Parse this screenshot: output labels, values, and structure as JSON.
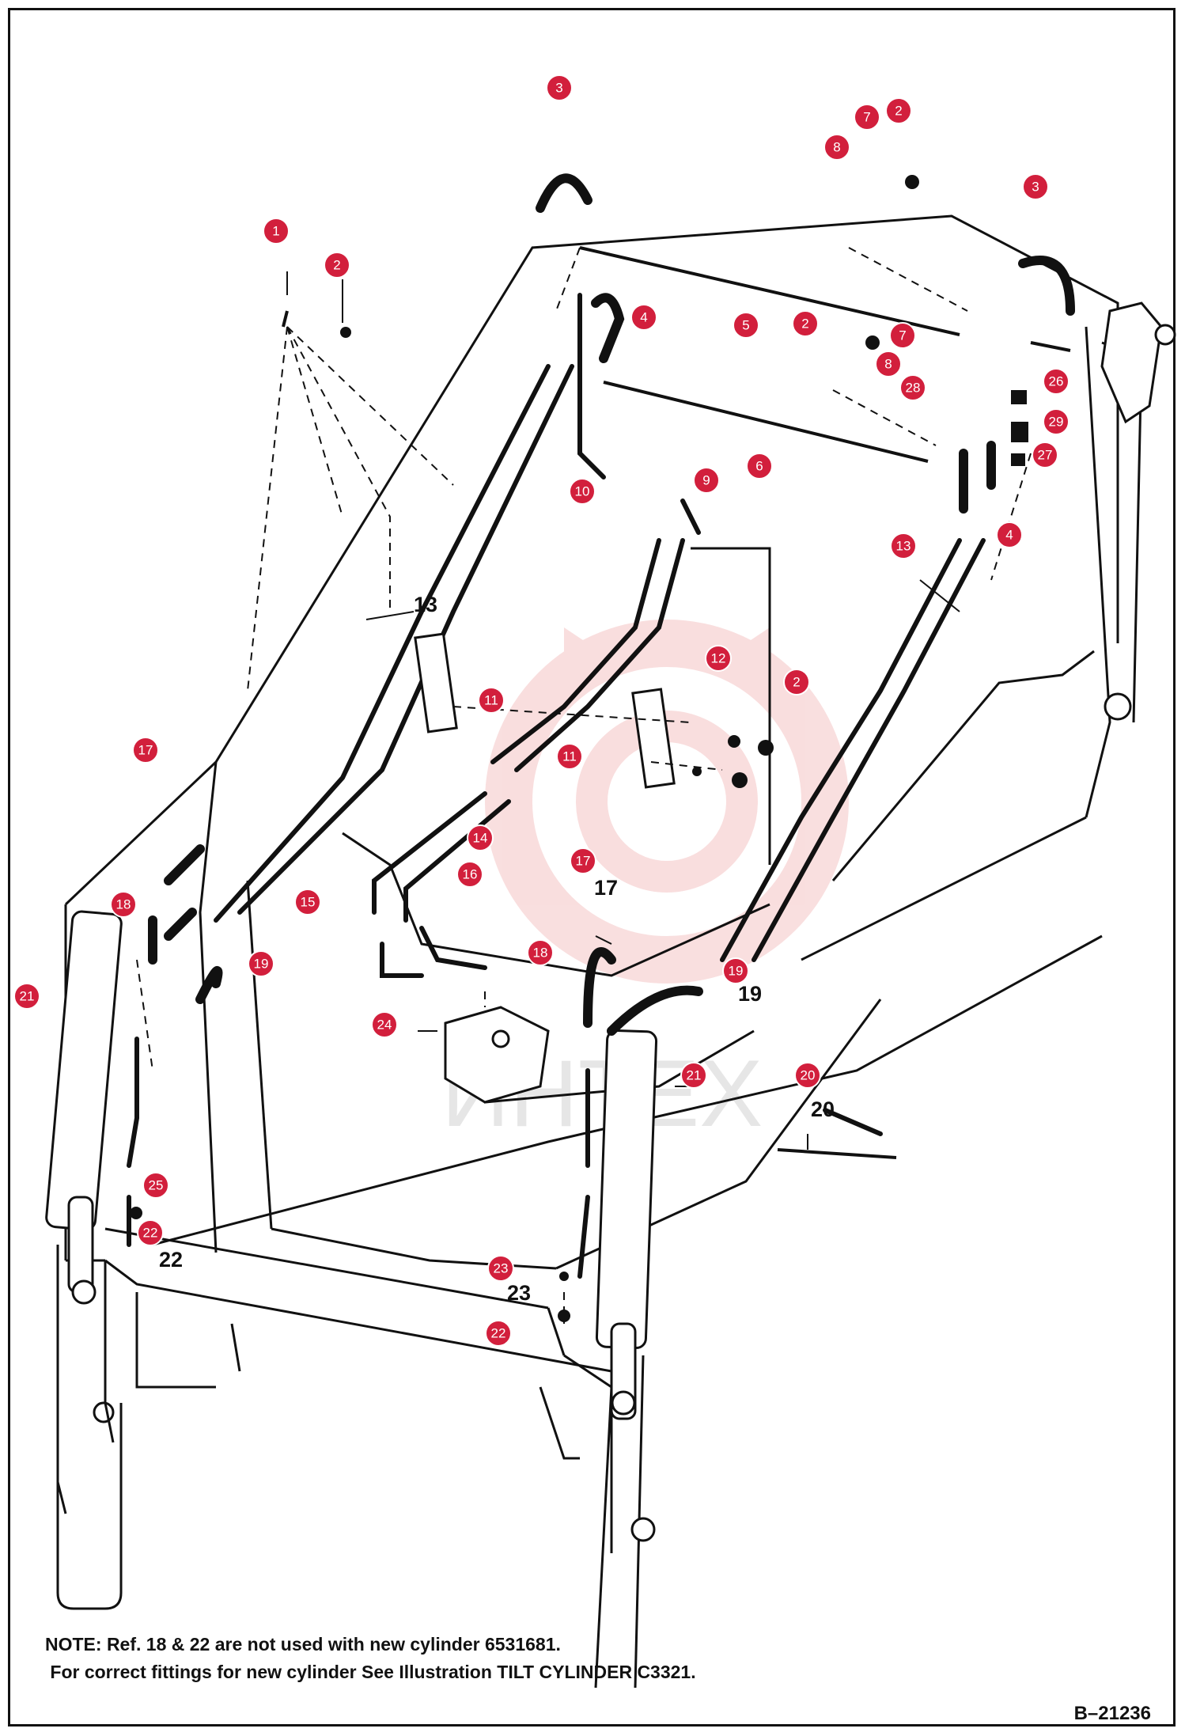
{
  "diagram": {
    "document_number": "B–21236",
    "notes": [
      "NOTE: Ref. 18 & 22 are not used with new cylinder 6531681.",
      " For correct fittings for new cylinder See Illustration TILT CYLINDER C3321."
    ],
    "watermark_text": "ИНТЕХ",
    "colors": {
      "callout": "#d21f3c",
      "line": "#111111",
      "watermark": "#f2b8b8"
    },
    "printed_labels": [
      "13",
      "17",
      "19",
      "20",
      "22",
      "23"
    ],
    "callouts": [
      "1",
      "2",
      "3",
      "2",
      "7",
      "8",
      "3",
      "4",
      "5",
      "2",
      "7",
      "8",
      "28",
      "26",
      "29",
      "27",
      "6",
      "9",
      "10",
      "4",
      "13",
      "12",
      "2",
      "11",
      "11",
      "17",
      "14",
      "16",
      "18",
      "15",
      "19",
      "17",
      "18",
      "19",
      "21",
      "24",
      "21",
      "20",
      "25",
      "22",
      "23",
      "22"
    ]
  }
}
